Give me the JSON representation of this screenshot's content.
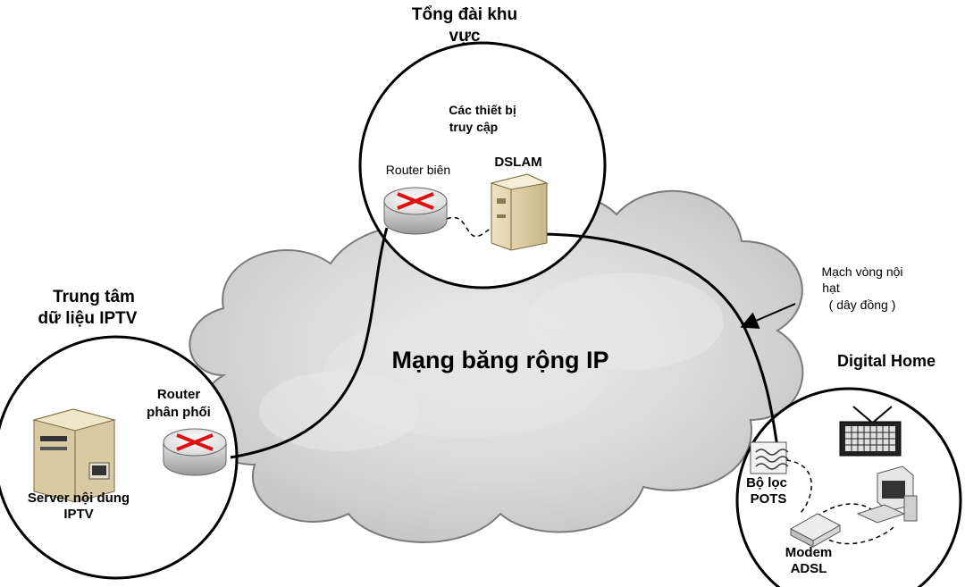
{
  "central_office": {
    "title_line1": "Tổng đài khu",
    "title_line2": "vực",
    "access_line1": "Các thiết bị",
    "access_line2": "truy cập",
    "edge_router": "Router biên",
    "dslam": "DSLAM"
  },
  "network": {
    "label": "Mạng băng rộng IP"
  },
  "data_center": {
    "title_line1": "Trung tâm",
    "title_line2": "dữ liệu IPTV",
    "router_line1": "Router",
    "router_line2": "phân phối",
    "server_line1": "Server nội dung",
    "server_line2": "IPTV"
  },
  "local_loop": {
    "line1": "Mạch vòng nội",
    "line2": "hạt",
    "line3": "( dây đồng )"
  },
  "digital_home": {
    "title": "Digital Home",
    "filter_line1": "Bộ lọc",
    "filter_line2": "POTS",
    "modem_line1": "Modem",
    "modem_line2": "ADSL"
  },
  "icons": [
    "router-icon",
    "dslam-icon",
    "server-icon",
    "filter-icon",
    "modem-icon",
    "tv-icon",
    "computer-icon"
  ]
}
